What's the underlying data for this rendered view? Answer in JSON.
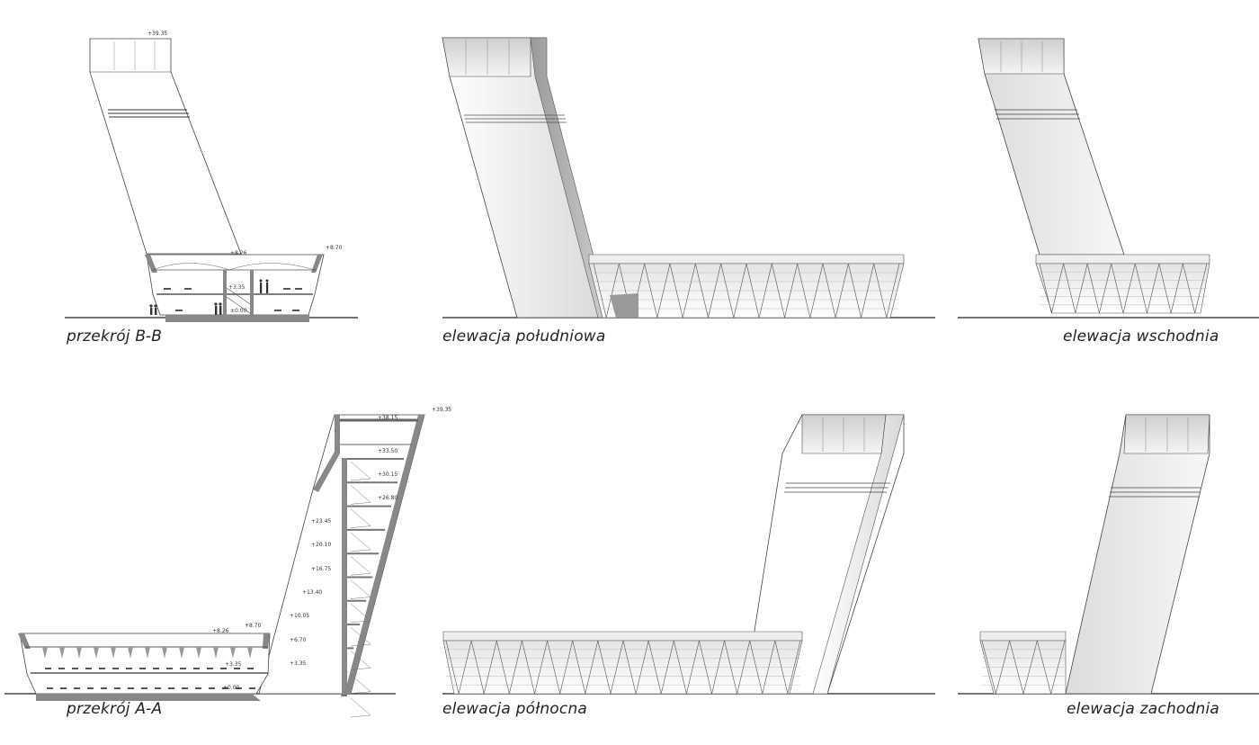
{
  "captions": {
    "section_bb": "przekrój B-B",
    "south": "elewacja południowa",
    "east": "elewacja wschodnia",
    "section_aa": "przekrój A-A",
    "north": "elewacja północna",
    "west": "elewacja zachodnia"
  },
  "section_bb_levels": {
    "top": "+39.35",
    "roof": "+8.26",
    "parapet": "+8.70",
    "first": "+3.35",
    "ground": "±0.00"
  },
  "section_aa_levels": {
    "top_outer": "+39.35",
    "top": "+38.15",
    "l1": "+33.50",
    "l2": "+30.15",
    "l3": "+26.80",
    "l4": "+23.45",
    "l5": "+20.10",
    "l6": "+16.75",
    "l7": "+13.40",
    "l8": "+10.05",
    "l9": "+6.70",
    "l10": "+3.35",
    "roof": "+8.26",
    "parapet": "+8.70",
    "first": "+3.35",
    "ground": "±0.00"
  },
  "colors": {
    "line": "#3a3a3a",
    "wall": "#8a8a8a",
    "shade_light": "#f2f2f2",
    "shade_mid": "#d6d6d6",
    "ground": "#222222"
  }
}
